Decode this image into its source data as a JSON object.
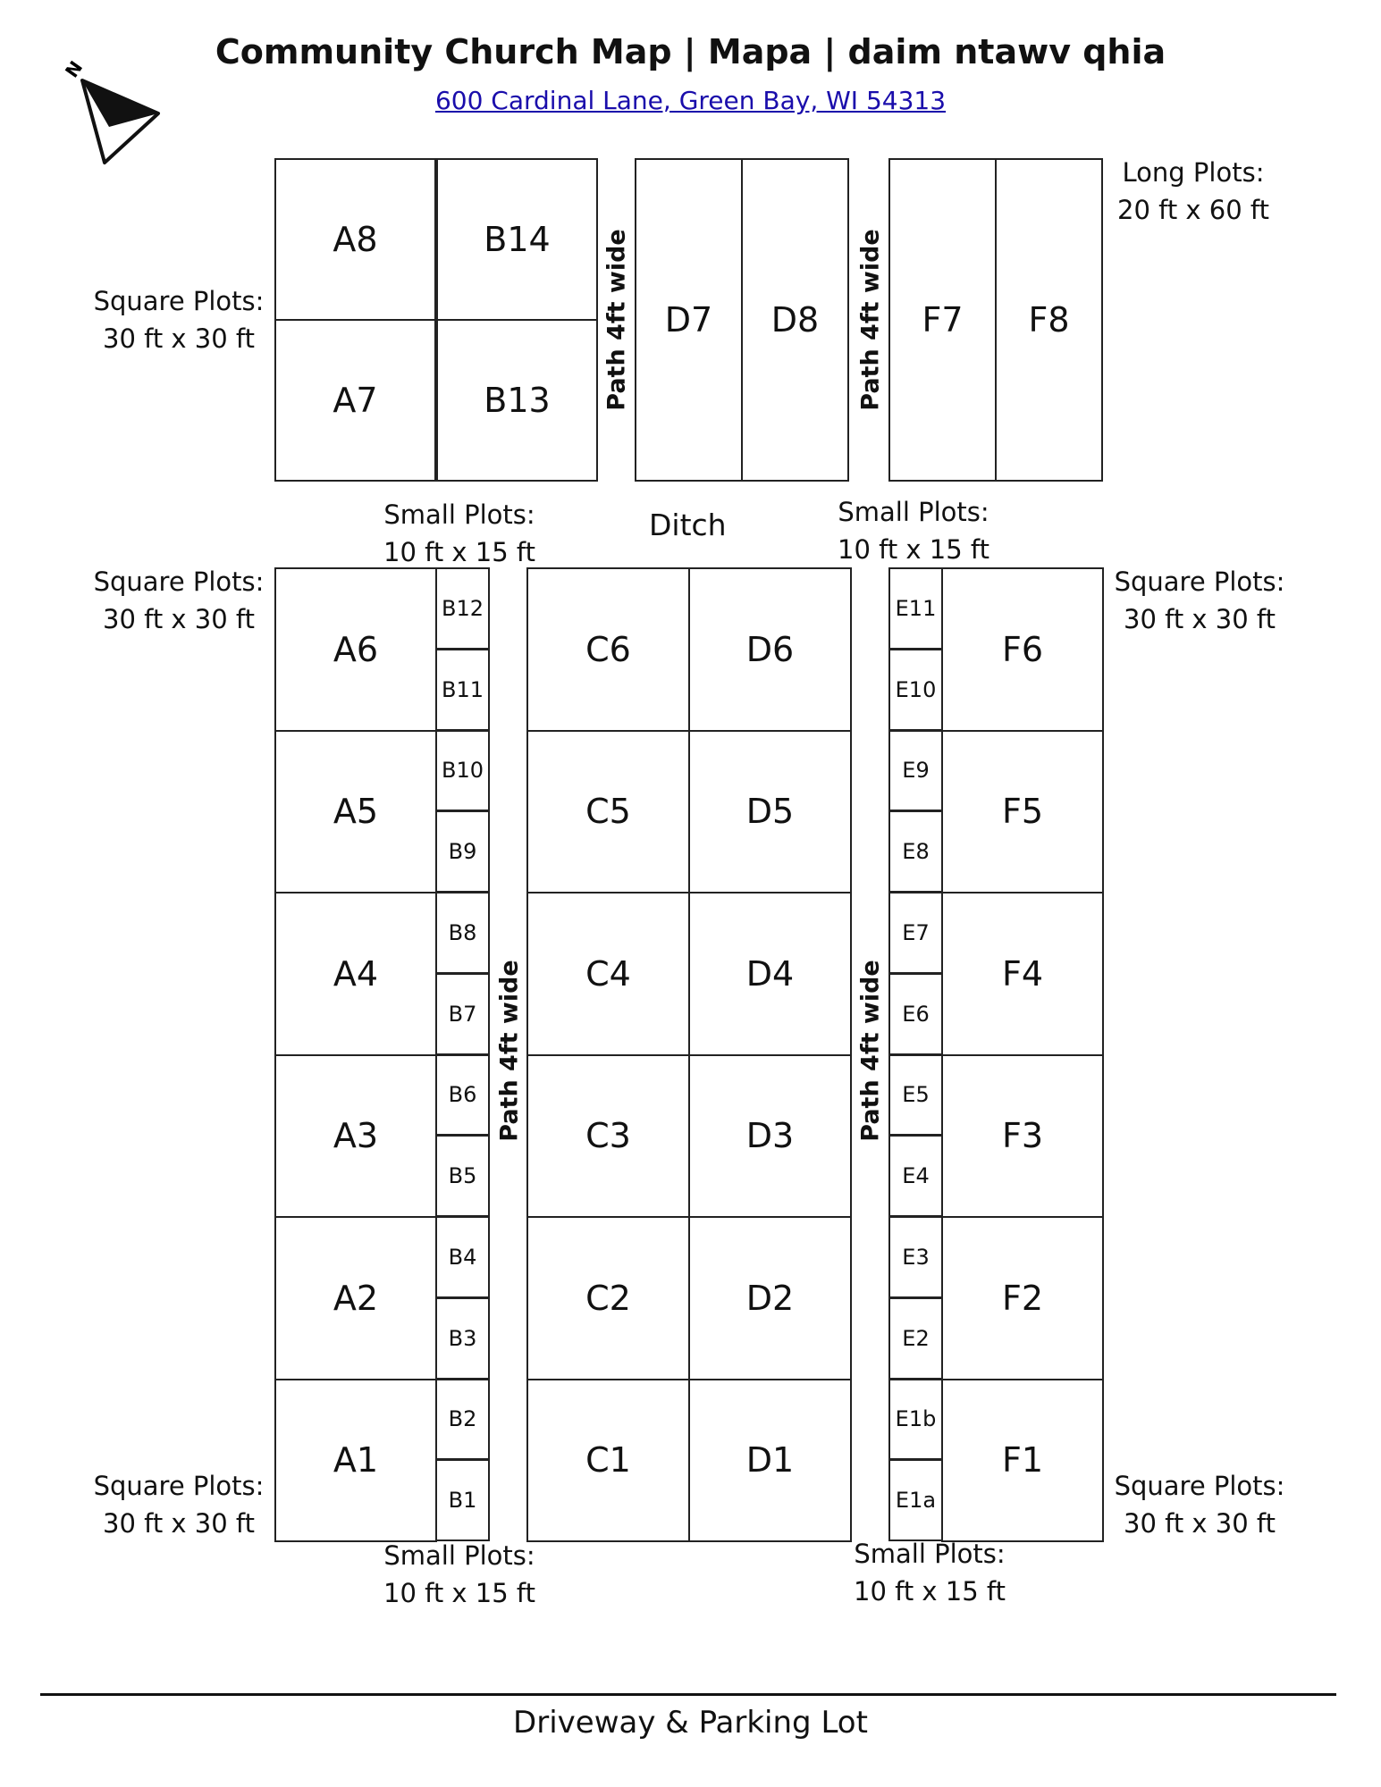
{
  "title": "Community Church Map | Mapa | daim ntawv qhia",
  "address": "600 Cardinal Lane, Green Bay, WI 54313",
  "compass": {
    "letter": "N",
    "icon": "north-arrow-icon"
  },
  "ditch": "Ditch",
  "driveway": "Driveway & Parking Lot",
  "path_label": "Path 4ft wide",
  "annotations": {
    "square_top_left": [
      "Square Plots:",
      "30 ft x 30 ft"
    ],
    "square_mid_left": [
      "Square Plots:",
      "30 ft x 30 ft"
    ],
    "square_bottom_left": [
      "Square Plots:",
      "30 ft x 30 ft"
    ],
    "square_mid_right": [
      "Square Plots:",
      "30 ft x 30 ft"
    ],
    "square_bottom_right": [
      "Square Plots:",
      "30 ft x 30 ft"
    ],
    "long_top_right": [
      "Long Plots:",
      "20 ft x 60 ft"
    ],
    "small_top_left": [
      "Small Plots:",
      "10 ft x 15 ft"
    ],
    "small_top_right": [
      "Small Plots:",
      "10 ft x 15 ft"
    ],
    "small_bottom_left": [
      "Small Plots:",
      "10 ft x 15 ft"
    ],
    "small_bottom_right": [
      "Small Plots:",
      "10 ft x 15 ft"
    ]
  },
  "plots": {
    "A": [
      "A1",
      "A2",
      "A3",
      "A4",
      "A5",
      "A6",
      "A7",
      "A8"
    ],
    "B_top": [
      "B13",
      "B14"
    ],
    "B_small": [
      "B1",
      "B2",
      "B3",
      "B4",
      "B5",
      "B6",
      "B7",
      "B8",
      "B9",
      "B10",
      "B11",
      "B12"
    ],
    "C": [
      "C1",
      "C2",
      "C3",
      "C4",
      "C5",
      "C6"
    ],
    "D": [
      "D1",
      "D2",
      "D3",
      "D4",
      "D5",
      "D6",
      "D7",
      "D8"
    ],
    "E_small": [
      "E1a",
      "E1b",
      "E2",
      "E3",
      "E4",
      "E5",
      "E6",
      "E7",
      "E8",
      "E9",
      "E10",
      "E11"
    ],
    "F": [
      "F1",
      "F2",
      "F3",
      "F4",
      "F5",
      "F6",
      "F7",
      "F8"
    ]
  }
}
